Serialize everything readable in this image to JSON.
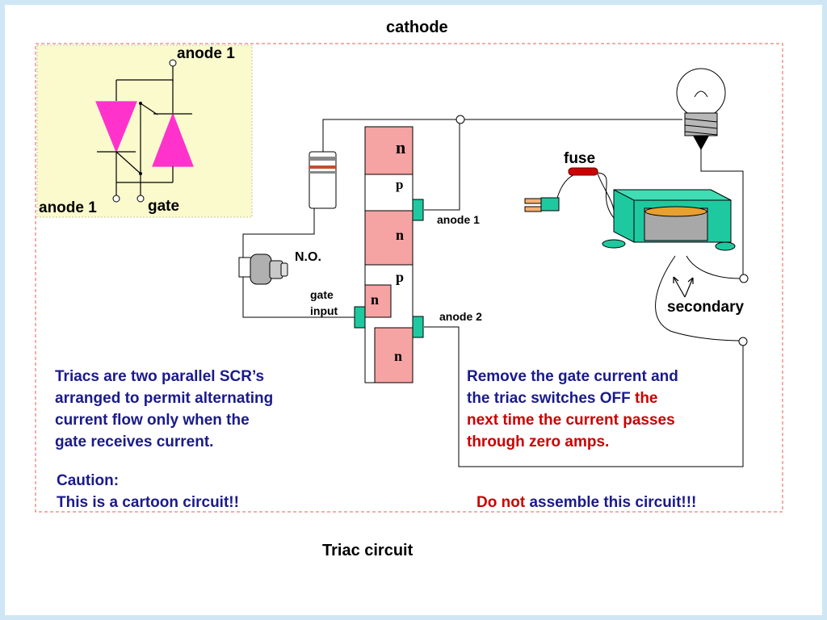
{
  "title_top": "cathode",
  "caption": "Triac circuit",
  "symbol": {
    "anode1_top": "anode 1",
    "anode1_bottom": "anode 1",
    "gate": "gate"
  },
  "layers": {
    "l1": "n",
    "l2": "p",
    "l3": "n",
    "l4": "p",
    "l5": "n",
    "l6": "n"
  },
  "labels": {
    "anode1": "anode 1",
    "anode2": "anode 2",
    "gate_input_line1": "gate",
    "gate_input_line2": "input",
    "no": "N.O.",
    "fuse": "fuse",
    "secondary": "secondary"
  },
  "left_text": {
    "line1": "Triacs are two parallel SCR’s",
    "line2": "arranged to permit alternating",
    "line3": "current flow only when the",
    "line4": "gate receives current."
  },
  "right_text": {
    "line1": "Remove the gate current and",
    "line2a": "the triac switches OFF ",
    "line2b": "the",
    "line3": "next time the current passes",
    "line4": "through zero amps."
  },
  "caution": {
    "line1": "Caution:",
    "line2": "This is a cartoon circuit!!"
  },
  "warning": {
    "part1": "Do not ",
    "part2": "assemble this circuit!!!"
  },
  "colors": {
    "navy": "#1a1a8c",
    "red": "#cc0000",
    "pink": "#f5a3a3",
    "magenta": "#ff33cc",
    "teal": "#1fc9a0",
    "symbol_bg": "#fafacd",
    "border_dash": "#e06050"
  }
}
